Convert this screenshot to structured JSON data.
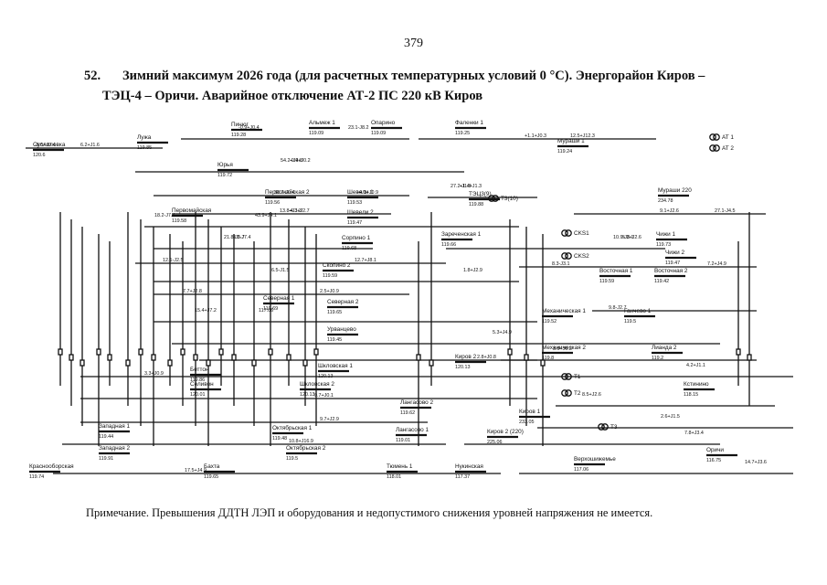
{
  "page": {
    "page_number": "379",
    "item_number": "52.",
    "title_line1": "Зимний максимум 2026 года (для расчетных температурных условий 0 °C). Энергорайон Киров –",
    "title_line2": "ТЭЦ-4 – Оричи. Аварийное отключение АТ-2 ПС 220 кВ Киров",
    "note": "Примечание. Превышения ДДТН ЛЭП и оборудования и недопустимого снижения уровней напряжения не имеется."
  },
  "diagram": {
    "substations": [
      {
        "name": "Суслоловка",
        "voltage": "120.6"
      },
      {
        "name": "Лужа",
        "voltage": "119.85"
      },
      {
        "name": "Пинюг",
        "voltage": "119.28"
      },
      {
        "name": "Альмеж 1",
        "voltage": "119.09"
      },
      {
        "name": "Опарино",
        "voltage": "119.09"
      },
      {
        "name": "Фаленки 1",
        "voltage": "119.25"
      },
      {
        "name": "Мураши 1",
        "voltage": "119.24"
      },
      {
        "name": "Юрья",
        "voltage": "119.72"
      },
      {
        "name": "Первомайская 2",
        "voltage": "119.56"
      },
      {
        "name": "Шевели 1",
        "voltage": "119.53"
      },
      {
        "name": "ТЭЦ3(9)",
        "voltage": "119.88"
      },
      {
        "name": "Мураши 220",
        "voltage": "234.78"
      },
      {
        "name": "Первомайская",
        "voltage": "119.58"
      },
      {
        "name": "Шевели 2",
        "voltage": "119.47"
      },
      {
        "name": "Зареченская 1",
        "voltage": "119.66"
      },
      {
        "name": "Сорпино 1",
        "voltage": "119.68"
      },
      {
        "name": "Скопино 2",
        "voltage": "119.59"
      },
      {
        "name": "Чижи 1",
        "voltage": "119.73"
      },
      {
        "name": "Чижи 2",
        "voltage": "119.47"
      },
      {
        "name": "Восточная 1",
        "voltage": "119.59"
      },
      {
        "name": "Восточная 2",
        "voltage": "119.42"
      },
      {
        "name": "Северная 2",
        "voltage": "119.65"
      },
      {
        "name": "Северная 1",
        "voltage": "119.69"
      },
      {
        "name": "Урванцево",
        "voltage": "119.45"
      },
      {
        "name": "Механическая 1",
        "voltage": "119.52"
      },
      {
        "name": "Механическая 2",
        "voltage": "119.8"
      },
      {
        "name": "Ганчево 1",
        "voltage": "119.5"
      },
      {
        "name": "Лианда 2",
        "voltage": "119.2"
      },
      {
        "name": "Беттон",
        "voltage": "119.86"
      },
      {
        "name": "Шкловская 1",
        "voltage": "120.13"
      },
      {
        "name": "Шкловская 2",
        "voltage": "120.13"
      },
      {
        "name": "Селивон",
        "voltage": "120.01"
      },
      {
        "name": "Киров 2",
        "voltage": "120.13"
      },
      {
        "name": "Киров 1",
        "voltage": "233.05"
      },
      {
        "name": "Киров 2 (220)",
        "voltage": "225.06"
      },
      {
        "name": "Западная 1",
        "voltage": "119.44"
      },
      {
        "name": "Западная 2",
        "voltage": "119.91"
      },
      {
        "name": "Октябрьская 1",
        "voltage": "119.48"
      },
      {
        "name": "Октябрьская 2",
        "voltage": "119.5"
      },
      {
        "name": "Лангасово 2",
        "voltage": "119.62"
      },
      {
        "name": "Лангасово 1",
        "voltage": "119.01"
      },
      {
        "name": "Краснооборская",
        "voltage": "119.74"
      },
      {
        "name": "Бахта",
        "voltage": "119.65"
      },
      {
        "name": "Тюмень 1",
        "voltage": "118.01"
      },
      {
        "name": "Нукинская",
        "voltage": "117.37"
      },
      {
        "name": "Верхошижемье",
        "voltage": "117.06"
      },
      {
        "name": "Кстинино",
        "voltage": "118.15"
      },
      {
        "name": "Оричи",
        "voltage": "116.75"
      }
    ],
    "flows": [
      "-8.5+J0.4",
      "-0.9+J0.4",
      "+1.1+J0.3",
      "-0.4+J0.2",
      "+4.3+J0.9",
      "+1.4+J1.3",
      "-4.3+J2.7",
      "18.2-J7.4",
      "9.1+J2.6",
      "8.2-J7.4",
      "12.7+J8.1",
      "5.3+J2.6",
      "7.2+J4.9",
      "1.8+J2.9",
      "7.7+J2.8",
      "15.4+J7.2",
      "9.8-J2.7",
      "5.3+J4.9",
      "2.8+J0.8",
      "3.0+J0.3",
      "3.3+J0.9",
      "4.2+J1.1",
      "0.7+J0.1",
      "8.5+J2.6",
      "9.7+J2.9",
      "2.6+J1.5",
      "10.8+J16.9",
      "7.8+J3.4",
      "17.5+J4.9",
      "14.7+J3.6",
      "6.2+J1.6",
      "23.1-J8.2",
      "12.5+J12.3",
      "54.2+J9.8",
      "30.7-J0.4",
      "27.2-J1.8",
      "13.8+J3.3",
      "43.9+J4.1",
      "27.1-J4.5",
      "21.8-J5.7",
      "12.1-J2.5",
      "10.9-J8.1",
      "8.3-J3.1",
      "6.5-J1.5",
      "2.5+J0.9",
      "117.06"
    ],
    "equipment": [
      "AT 1",
      "AT 2",
      "T3(10)",
      "CKS1",
      "CKS2",
      "Т1",
      "Т2",
      "Т3"
    ]
  }
}
